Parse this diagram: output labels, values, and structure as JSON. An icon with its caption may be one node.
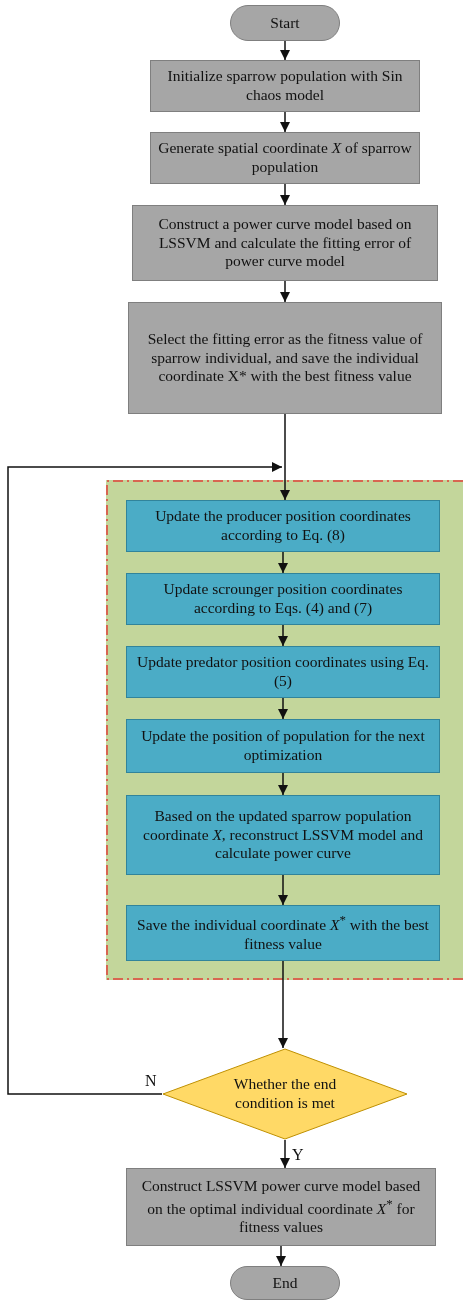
{
  "diagram": {
    "nodes": [
      {
        "text": [
          "Start"
        ]
      },
      {
        "text": [
          "Initialize sparrow population with Sin chaos model"
        ]
      },
      {
        "text": [
          "Generate spatial coordinate *X* of sparrow population"
        ]
      },
      {
        "text": [
          "Construct a power curve model based on LSSVM and calculate the fitting error of power curve model"
        ]
      },
      {
        "text": [
          "Select the fitting error as the fitness value of sparrow individual, and save the individual coordinate X* with the best fitness value"
        ]
      },
      {
        "text": [],
        "shape": "box"
      },
      {
        "text": [
          "Update the producer position coordinates according to Eq. (8)"
        ],
        "in": 5
      },
      {
        "text": [
          "Update scrounger position coordinates according to Eqs. (4) and (7)"
        ],
        "in": 5
      },
      {
        "text": [
          "Update predator position coordinates using Eq. (5)"
        ],
        "in": 5
      },
      {
        "text": [
          "Update the position of  population for the next optimization"
        ],
        "in": 5
      },
      {
        "text": [
          "Based on the updated sparrow population coordinate *X*, reconstruct LSSVM model and calculate power curve"
        ],
        "in": 5
      },
      {
        "text": [
          "Save the individual coordinate *X*$^{*}$ with the best fitness value"
        ],
        "in": 5
      },
      {
        "text": [
          "Whether the end condition is met"
        ]
      },
      {
        "text": [
          "Construct  LSSVM power curve model based on the optimal individual coordinate *X*$^{*}$ for fitness values"
        ]
      },
      {
        "text": [
          "End"
        ]
      }
    ],
    "edges": [
      {
        "from": 0,
        "to": 1,
        "arrow": "to"
      },
      {
        "from": 1,
        "to": 2,
        "arrow": "to"
      },
      {
        "from": 2,
        "to": 3,
        "arrow": "to"
      },
      {
        "from": 3,
        "to": 4,
        "arrow": "to"
      },
      {
        "from": 4,
        "to": 6,
        "arrow": "to"
      },
      {
        "from": 6,
        "to": 7,
        "arrow": "to"
      },
      {
        "from": 7,
        "to": 8,
        "arrow": "to"
      },
      {
        "from": 8,
        "to": 9,
        "arrow": "to"
      },
      {
        "from": 9,
        "to": 10,
        "arrow": "to"
      },
      {
        "from": 10,
        "to": 11,
        "arrow": "to"
      },
      {
        "from": 11,
        "to": 12,
        "arrow": "to"
      },
      {
        "from": 12,
        "to": 6,
        "arrow": "to",
        "label": "N"
      },
      {
        "from": 12,
        "to": 13,
        "arrow": "to",
        "label": "Y"
      },
      {
        "from": 13,
        "to": 14,
        "arrow": "to"
      }
    ]
  }
}
